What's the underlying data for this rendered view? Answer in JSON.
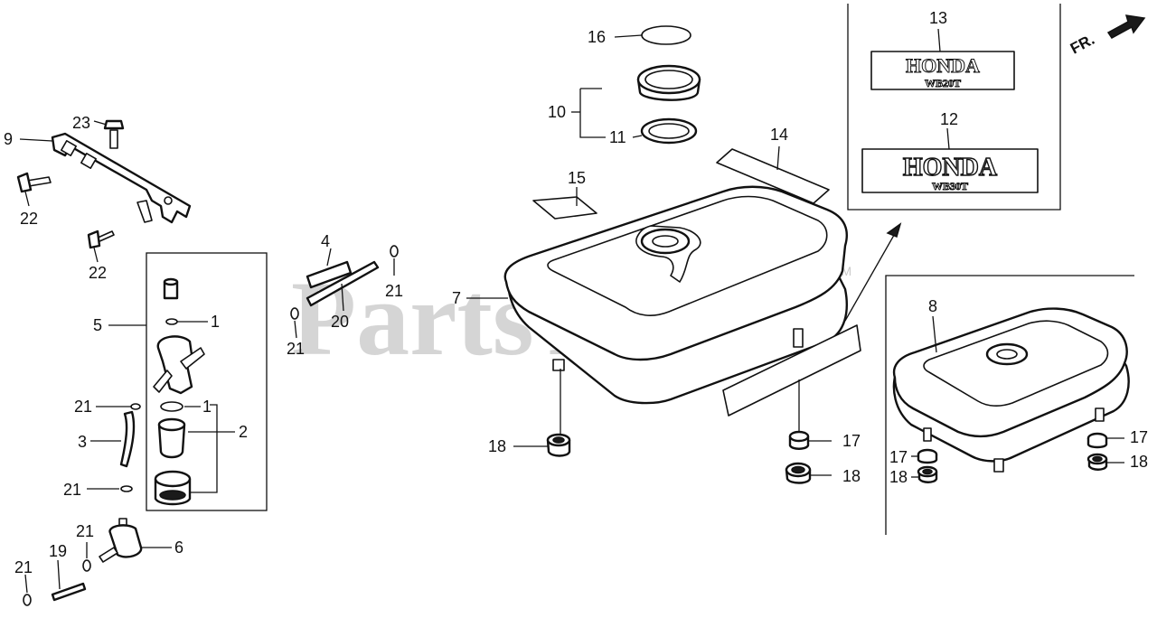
{
  "watermark": {
    "text": "PartsTree",
    "tm": "TM"
  },
  "direction": {
    "label": "FR."
  },
  "emblems": {
    "upper": {
      "brand": "HONDA",
      "model": "WB20T"
    },
    "lower": {
      "brand": "HONDA",
      "model": "WB30T"
    }
  },
  "callouts": [
    {
      "id": "c23",
      "text": "23"
    },
    {
      "id": "c9",
      "text": "9"
    },
    {
      "id": "c22a",
      "text": "22"
    },
    {
      "id": "c22b",
      "text": "22"
    },
    {
      "id": "c5",
      "text": "5"
    },
    {
      "id": "c1a",
      "text": "1"
    },
    {
      "id": "c1b",
      "text": "1"
    },
    {
      "id": "c2",
      "text": "2"
    },
    {
      "id": "c21a",
      "text": "21"
    },
    {
      "id": "c3",
      "text": "3"
    },
    {
      "id": "c21b",
      "text": "21"
    },
    {
      "id": "c21c",
      "text": "21"
    },
    {
      "id": "c19",
      "text": "19"
    },
    {
      "id": "c21d",
      "text": "21"
    },
    {
      "id": "c6",
      "text": "6"
    },
    {
      "id": "c4",
      "text": "4"
    },
    {
      "id": "c21e",
      "text": "21"
    },
    {
      "id": "c20",
      "text": "20"
    },
    {
      "id": "c21f",
      "text": "21"
    },
    {
      "id": "c16",
      "text": "16"
    },
    {
      "id": "c10",
      "text": "10"
    },
    {
      "id": "c11",
      "text": "11"
    },
    {
      "id": "c15",
      "text": "15"
    },
    {
      "id": "c14",
      "text": "14"
    },
    {
      "id": "c7",
      "text": "7"
    },
    {
      "id": "c18a",
      "text": "18"
    },
    {
      "id": "c17a",
      "text": "17"
    },
    {
      "id": "c18b",
      "text": "18"
    },
    {
      "id": "c13",
      "text": "13"
    },
    {
      "id": "c12",
      "text": "12"
    },
    {
      "id": "c8",
      "text": "8"
    },
    {
      "id": "c17b",
      "text": "17"
    },
    {
      "id": "c18c",
      "text": "18"
    },
    {
      "id": "c17c",
      "text": "17"
    },
    {
      "id": "c18d",
      "text": "18"
    }
  ]
}
